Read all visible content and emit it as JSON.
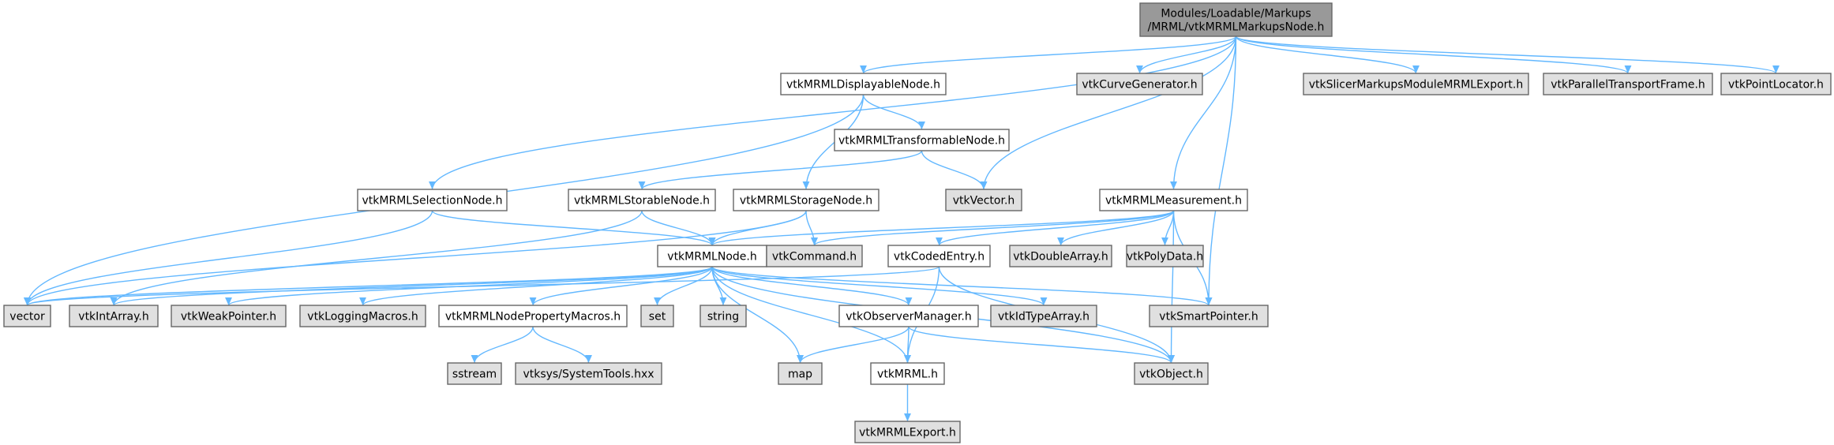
{
  "colors": {
    "root_fill": "#999999",
    "documented_fill": "#ffffff",
    "external_fill": "#e0e0e0",
    "border": "#666666",
    "edge": "#63b8ff"
  },
  "nodes": [
    {
      "id": "root",
      "lines": [
        "Modules/Loadable/Markups",
        "/MRML/vtkMRMLMarkupsNode.h"
      ],
      "kind": "root"
    },
    {
      "id": "displayable",
      "lines": [
        "vtkMRMLDisplayableNode.h"
      ],
      "kind": "documented"
    },
    {
      "id": "curvegen",
      "lines": [
        "vtkCurveGenerator.h"
      ],
      "kind": "external"
    },
    {
      "id": "slicerexport",
      "lines": [
        "vtkSlicerMarkupsModuleMRMLExport.h"
      ],
      "kind": "external"
    },
    {
      "id": "paralleltransport",
      "lines": [
        "vtkParallelTransportFrame.h"
      ],
      "kind": "external"
    },
    {
      "id": "pointlocator",
      "lines": [
        "vtkPointLocator.h"
      ],
      "kind": "external"
    },
    {
      "id": "transformable",
      "lines": [
        "vtkMRMLTransformableNode.h"
      ],
      "kind": "documented"
    },
    {
      "id": "selection",
      "lines": [
        "vtkMRMLSelectionNode.h"
      ],
      "kind": "documented"
    },
    {
      "id": "storable",
      "lines": [
        "vtkMRMLStorableNode.h"
      ],
      "kind": "documented"
    },
    {
      "id": "storage",
      "lines": [
        "vtkMRMLStorageNode.h"
      ],
      "kind": "documented"
    },
    {
      "id": "vtkvector",
      "lines": [
        "vtkVector.h"
      ],
      "kind": "external"
    },
    {
      "id": "measurement",
      "lines": [
        "vtkMRMLMeasurement.h"
      ],
      "kind": "documented"
    },
    {
      "id": "mrmlnode",
      "lines": [
        "vtkMRMLNode.h"
      ],
      "kind": "documented"
    },
    {
      "id": "command",
      "lines": [
        "vtkCommand.h"
      ],
      "kind": "external"
    },
    {
      "id": "codedentry",
      "lines": [
        "vtkCodedEntry.h"
      ],
      "kind": "documented"
    },
    {
      "id": "doublearray",
      "lines": [
        "vtkDoubleArray.h"
      ],
      "kind": "external"
    },
    {
      "id": "polydata",
      "lines": [
        "vtkPolyData.h"
      ],
      "kind": "external"
    },
    {
      "id": "vector",
      "lines": [
        "vector"
      ],
      "kind": "external"
    },
    {
      "id": "intarray",
      "lines": [
        "vtkIntArray.h"
      ],
      "kind": "external"
    },
    {
      "id": "weakpointer",
      "lines": [
        "vtkWeakPointer.h"
      ],
      "kind": "external"
    },
    {
      "id": "loggingmacros",
      "lines": [
        "vtkLoggingMacros.h"
      ],
      "kind": "external"
    },
    {
      "id": "propertymacros",
      "lines": [
        "vtkMRMLNodePropertyMacros.h"
      ],
      "kind": "documented"
    },
    {
      "id": "set",
      "lines": [
        "set"
      ],
      "kind": "external"
    },
    {
      "id": "string",
      "lines": [
        "string"
      ],
      "kind": "external"
    },
    {
      "id": "observermanager",
      "lines": [
        "vtkObserverManager.h"
      ],
      "kind": "documented"
    },
    {
      "id": "idtypearray",
      "lines": [
        "vtkIdTypeArray.h"
      ],
      "kind": "external"
    },
    {
      "id": "smartpointer",
      "lines": [
        "vtkSmartPointer.h"
      ],
      "kind": "external"
    },
    {
      "id": "sstream",
      "lines": [
        "sstream"
      ],
      "kind": "external"
    },
    {
      "id": "systemtools",
      "lines": [
        "vtksys/SystemTools.hxx"
      ],
      "kind": "external"
    },
    {
      "id": "map",
      "lines": [
        "map"
      ],
      "kind": "external"
    },
    {
      "id": "vtkmrml",
      "lines": [
        "vtkMRML.h"
      ],
      "kind": "documented"
    },
    {
      "id": "vtkobject",
      "lines": [
        "vtkObject.h"
      ],
      "kind": "external"
    },
    {
      "id": "mrmlexport",
      "lines": [
        "vtkMRMLExport.h"
      ],
      "kind": "external"
    }
  ],
  "edges": [
    [
      "root",
      "displayable"
    ],
    [
      "root",
      "curvegen"
    ],
    [
      "root",
      "slicerexport"
    ],
    [
      "root",
      "paralleltransport"
    ],
    [
      "root",
      "pointlocator"
    ],
    [
      "root",
      "selection"
    ],
    [
      "root",
      "vtkvector"
    ],
    [
      "root",
      "measurement"
    ],
    [
      "root",
      "smartpointer"
    ],
    [
      "displayable",
      "transformable"
    ],
    [
      "displayable",
      "storage"
    ],
    [
      "displayable",
      "vector"
    ],
    [
      "transformable",
      "storable"
    ],
    [
      "transformable",
      "vtkvector"
    ],
    [
      "selection",
      "mrmlnode"
    ],
    [
      "selection",
      "vector"
    ],
    [
      "storable",
      "mrmlnode"
    ],
    [
      "storable",
      "intarray"
    ],
    [
      "storage",
      "mrmlnode"
    ],
    [
      "storage",
      "command"
    ],
    [
      "storage",
      "vector"
    ],
    [
      "measurement",
      "mrmlnode"
    ],
    [
      "measurement",
      "command"
    ],
    [
      "measurement",
      "codedentry"
    ],
    [
      "measurement",
      "doublearray"
    ],
    [
      "measurement",
      "polydata"
    ],
    [
      "measurement",
      "smartpointer"
    ],
    [
      "measurement",
      "vtkobject"
    ],
    [
      "codedentry",
      "vtkobject"
    ],
    [
      "codedentry",
      "vtkmrml"
    ],
    [
      "codedentry",
      "vector"
    ],
    [
      "mrmlnode",
      "vector"
    ],
    [
      "mrmlnode",
      "intarray"
    ],
    [
      "mrmlnode",
      "weakpointer"
    ],
    [
      "mrmlnode",
      "loggingmacros"
    ],
    [
      "mrmlnode",
      "propertymacros"
    ],
    [
      "mrmlnode",
      "set"
    ],
    [
      "mrmlnode",
      "string"
    ],
    [
      "mrmlnode",
      "map"
    ],
    [
      "mrmlnode",
      "vtkmrml"
    ],
    [
      "mrmlnode",
      "observermanager"
    ],
    [
      "mrmlnode",
      "idtypearray"
    ],
    [
      "mrmlnode",
      "smartpointer"
    ],
    [
      "mrmlnode",
      "vtkobject"
    ],
    [
      "propertymacros",
      "sstream"
    ],
    [
      "propertymacros",
      "systemtools"
    ],
    [
      "observermanager",
      "map"
    ],
    [
      "observermanager",
      "vtkmrml"
    ],
    [
      "observermanager",
      "vtkobject"
    ],
    [
      "vtkmrml",
      "mrmlexport"
    ]
  ]
}
